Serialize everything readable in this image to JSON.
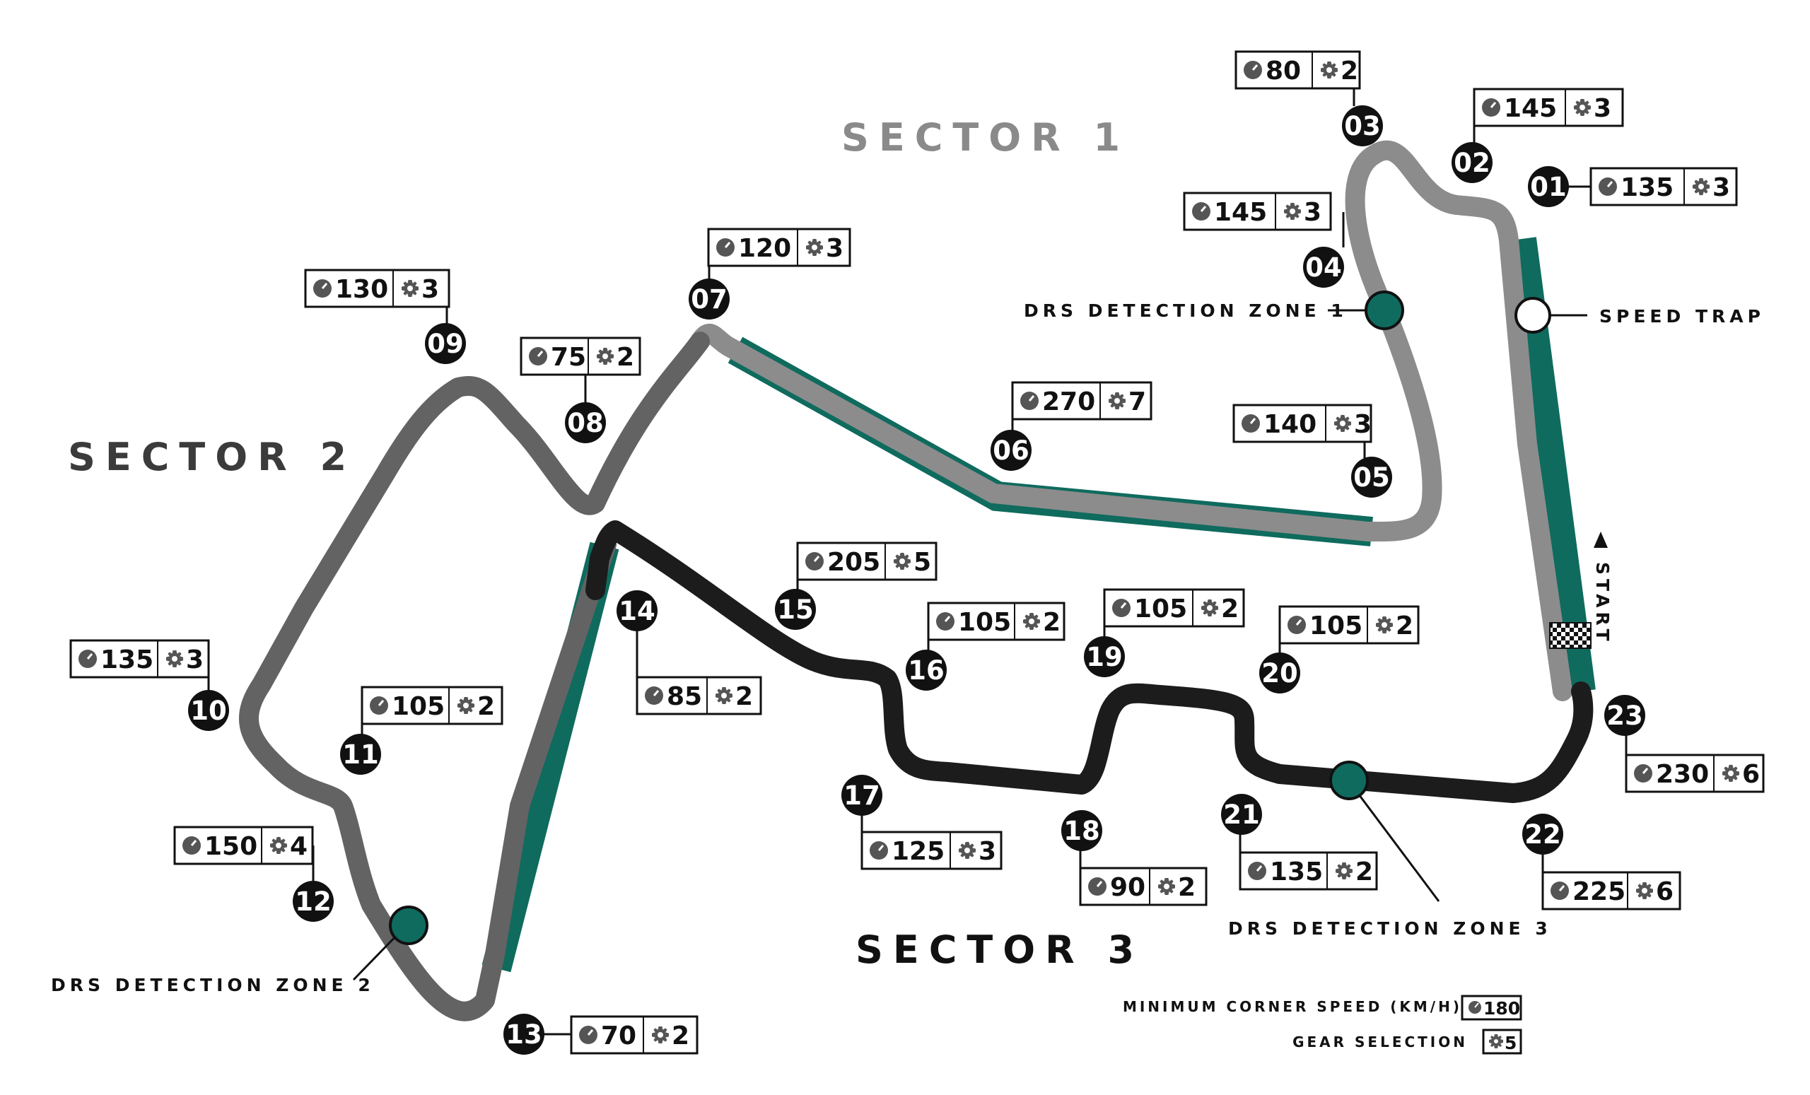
{
  "sectors": {
    "s1": "SECTOR 1",
    "s2": "SECTOR 2",
    "s3": "SECTOR 3"
  },
  "labels": {
    "drs1": "DRS DETECTION ZONE 1",
    "drs2": "DRS DETECTION ZONE 2",
    "drs3": "DRS DETECTION ZONE 3",
    "speed_trap": "SPEED TRAP",
    "start": "START"
  },
  "legend": {
    "speed_label": "MINIMUM CORNER SPEED (KM/H)",
    "speed_value": "180",
    "gear_label": "GEAR SELECTION",
    "gear_value": "5"
  },
  "icons": {
    "speed": "speedometer-icon",
    "gear": "gear-icon"
  },
  "colors": {
    "sector1_track": "#8c8c8c",
    "sector2_track": "#636363",
    "sector3_track": "#1c1c1c",
    "drs_zone": "#0f6b5e",
    "marker": "#111111",
    "sector1_text": "#8a8a8a",
    "sector23_text": "#3b3b3b"
  },
  "corners": [
    {
      "num": "01",
      "speed": "135",
      "gear": "3"
    },
    {
      "num": "02",
      "speed": "145",
      "gear": "3"
    },
    {
      "num": "03",
      "speed": "80",
      "gear": "2"
    },
    {
      "num": "04",
      "speed": "145",
      "gear": "3"
    },
    {
      "num": "05",
      "speed": "140",
      "gear": "3"
    },
    {
      "num": "06",
      "speed": "270",
      "gear": "7"
    },
    {
      "num": "07",
      "speed": "120",
      "gear": "3"
    },
    {
      "num": "08",
      "speed": "75",
      "gear": "2"
    },
    {
      "num": "09",
      "speed": "130",
      "gear": "3"
    },
    {
      "num": "10",
      "speed": "135",
      "gear": "3"
    },
    {
      "num": "11",
      "speed": "105",
      "gear": "2"
    },
    {
      "num": "12",
      "speed": "150",
      "gear": "4"
    },
    {
      "num": "13",
      "speed": "70",
      "gear": "2"
    },
    {
      "num": "14",
      "speed": "85",
      "gear": "2"
    },
    {
      "num": "15",
      "speed": "205",
      "gear": "5"
    },
    {
      "num": "16",
      "speed": "105",
      "gear": "2"
    },
    {
      "num": "17",
      "speed": "125",
      "gear": "3"
    },
    {
      "num": "18",
      "speed": "90",
      "gear": "2"
    },
    {
      "num": "19",
      "speed": "105",
      "gear": "2"
    },
    {
      "num": "20",
      "speed": "105",
      "gear": "2"
    },
    {
      "num": "21",
      "speed": "135",
      "gear": "2"
    },
    {
      "num": "22",
      "speed": "225",
      "gear": "6"
    },
    {
      "num": "23",
      "speed": "230",
      "gear": "6"
    }
  ]
}
